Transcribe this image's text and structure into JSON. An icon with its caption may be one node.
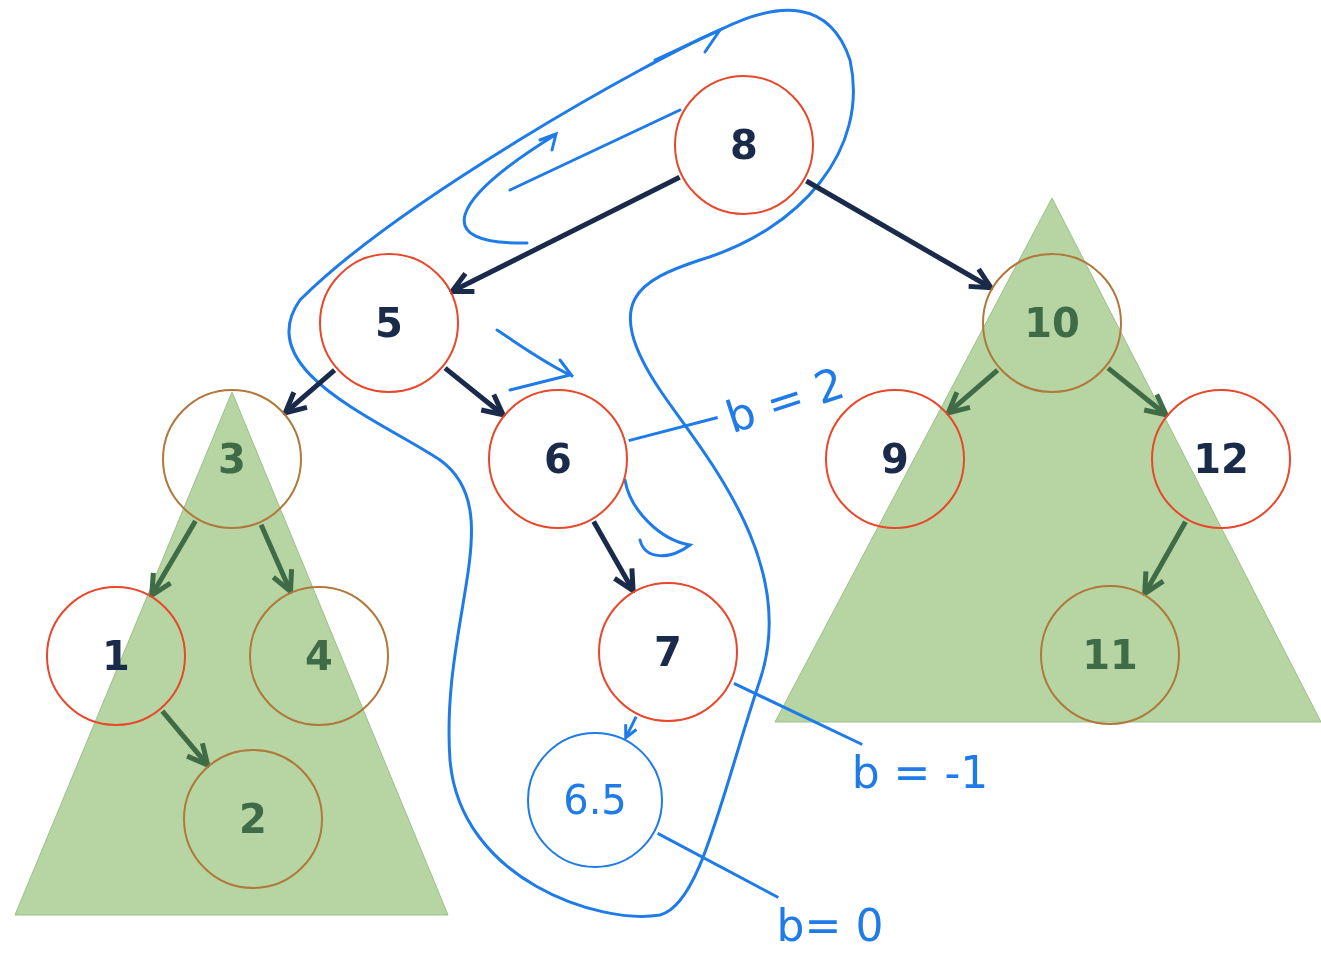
{
  "diagram": {
    "nodes": [
      {
        "text": [
          "8"
        ]
      },
      {
        "text": [
          "5"
        ]
      },
      {
        "text": [
          "3"
        ]
      },
      {
        "text": [
          "1"
        ]
      },
      {
        "text": [
          "2"
        ]
      },
      {
        "text": [
          "4"
        ]
      },
      {
        "text": [
          "6"
        ]
      },
      {
        "text": [
          "7"
        ]
      },
      {
        "text": [
          "6.5"
        ]
      },
      {
        "text": [
          "10"
        ]
      },
      {
        "text": [
          "9"
        ]
      },
      {
        "text": [
          "12"
        ]
      },
      {
        "text": [
          "11"
        ]
      },
      {
        "text": [
          "b = 2"
        ]
      },
      {
        "text": [
          "b = -1"
        ]
      },
      {
        "text": [
          "b= 0"
        ]
      }
    ],
    "edges": [
      {
        "from": 0,
        "to": 1,
        "arrow": "to",
        "color": "#1a2a4a"
      },
      {
        "from": 0,
        "to": 9,
        "arrow": "to",
        "color": "#1a2a4a"
      },
      {
        "from": 1,
        "to": 2,
        "arrow": "to",
        "color": "#1a2a4a"
      },
      {
        "from": 1,
        "to": 6,
        "arrow": "to",
        "color": "#1a2a4a"
      },
      {
        "from": 2,
        "to": 3,
        "arrow": "to"
      },
      {
        "from": 2,
        "to": 5,
        "arrow": "to"
      },
      {
        "from": 3,
        "to": 4,
        "arrow": "to"
      },
      {
        "from": 6,
        "to": 7,
        "arrow": "to",
        "color": "#1a2a4a"
      },
      {
        "from": 7,
        "to": 8,
        "arrow": "to",
        "color": "#1e7be8"
      },
      {
        "from": 9,
        "to": 10,
        "arrow": "to"
      },
      {
        "from": 9,
        "to": 11,
        "arrow": "to"
      },
      {
        "from": 11,
        "to": 12,
        "arrow": "to"
      },
      {
        "from": 13,
        "to": 6,
        "arrow": "none",
        "color": "#1e7be8"
      },
      {
        "from": 14,
        "to": 7,
        "arrow": "none",
        "color": "#1e7be8"
      },
      {
        "from": 15,
        "to": 8,
        "arrow": "none",
        "color": "#1e7be8"
      }
    ]
  }
}
